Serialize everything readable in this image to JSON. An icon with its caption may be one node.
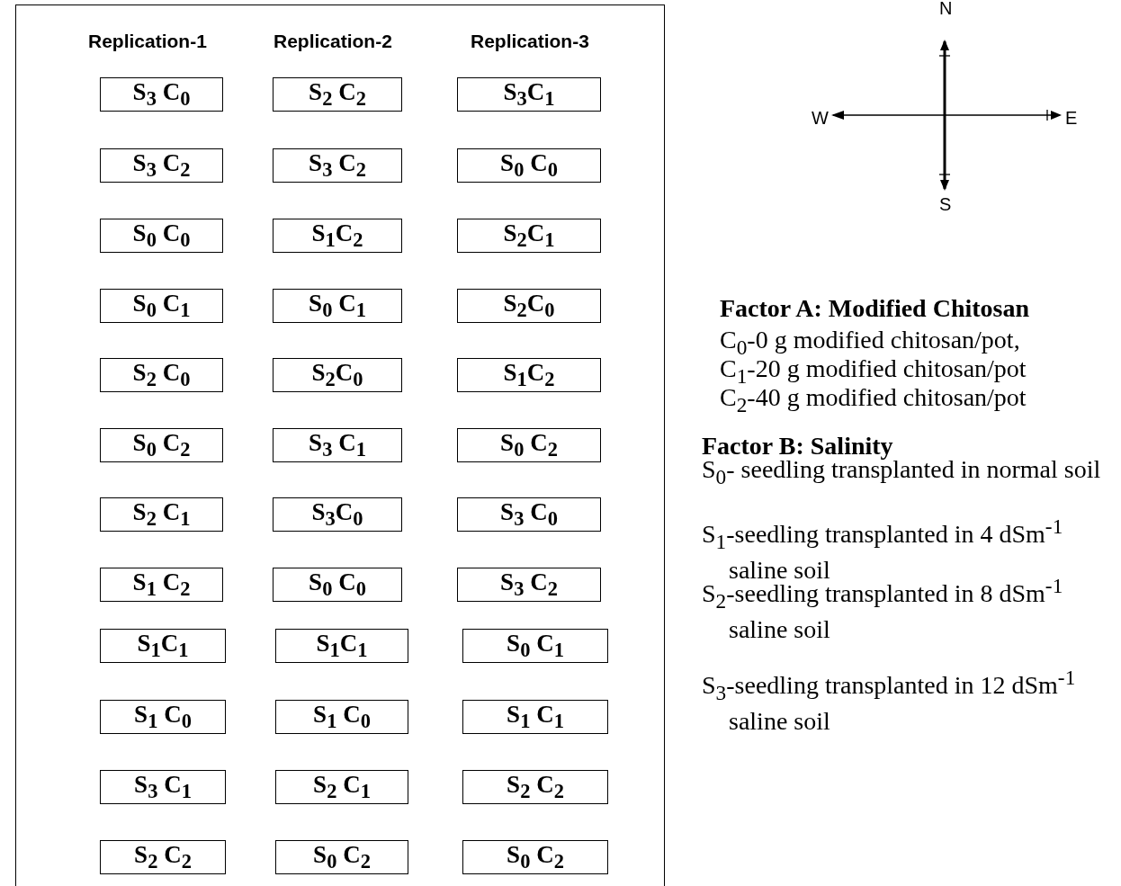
{
  "diagram": {
    "nodes": [
      {
        "text": [],
        "shape": "box"
      },
      {
        "text": [
          "S$_{3}$ C$_{0}$"
        ],
        "in": 0
      },
      {
        "text": [
          "S$_{2}$ C$_{2}$"
        ],
        "in": 0
      },
      {
        "text": [
          "S$_{3}$C$_{1}$"
        ],
        "in": 0
      },
      {
        "text": [
          "S$_{3}$ C$_{2}$"
        ],
        "in": 0
      },
      {
        "text": [
          "S$_{3}$ C$_{2}$"
        ],
        "in": 0
      },
      {
        "text": [
          "S$_{0}$ C$_{0}$"
        ],
        "in": 0
      },
      {
        "text": [
          "S$_{0}$ C$_{0}$"
        ],
        "in": 0
      },
      {
        "text": [
          "S$_{1}$C$_{2}$"
        ],
        "in": 0
      },
      {
        "text": [
          "S$_{2}$C$_{1}$"
        ],
        "in": 0
      },
      {
        "text": [
          "S$_{0}$ C$_{1}$"
        ],
        "in": 0
      },
      {
        "text": [
          "S$_{0}$ C$_{1}$"
        ],
        "in": 0
      },
      {
        "text": [
          "S$_{2}$C$_{0}$"
        ],
        "in": 0
      },
      {
        "text": [
          "S$_{2}$ C$_{0}$"
        ],
        "in": 0
      },
      {
        "text": [
          "S$_{2}$C$_{0}$"
        ],
        "in": 0
      },
      {
        "text": [
          "S$_{1}$C$_{2}$"
        ],
        "in": 0
      },
      {
        "text": [
          "S$_{0}$ C$_{2}$"
        ],
        "in": 0
      },
      {
        "text": [
          "S$_{3}$ C$_{1}$"
        ],
        "in": 0
      },
      {
        "text": [
          "S$_{0}$ C$_{2}$"
        ],
        "in": 0
      },
      {
        "text": [
          "S$_{2}$ C$_{1}$"
        ],
        "in": 0
      },
      {
        "text": [
          "S$_{3}$C$_{0}$"
        ],
        "in": 0
      },
      {
        "text": [
          "S$_{3}$ C$_{0}$"
        ],
        "in": 0
      },
      {
        "text": [
          "S$_{1}$ C$_{2}$"
        ],
        "in": 0
      },
      {
        "text": [
          "S$_{0}$ C$_{0}$"
        ],
        "in": 0
      },
      {
        "text": [
          "S$_{3}$ C$_{2}$"
        ],
        "in": 0
      },
      {
        "text": [
          "S$_{1}$C$_{1}$"
        ],
        "in": 0
      },
      {
        "text": [
          "S$_{1}$C$_{1}$"
        ],
        "in": 0
      },
      {
        "text": [
          "S$_{0}$ C$_{1}$"
        ],
        "in": 0
      },
      {
        "text": [
          "S$_{1}$ C$_{0}$"
        ],
        "in": 0
      },
      {
        "text": [
          "S$_{1}$ C$_{0}$"
        ],
        "in": 0
      },
      {
        "text": [
          "S$_{1}$ C$_{1}$"
        ],
        "in": 0
      },
      {
        "text": [
          "S$_{3}$ C$_{1}$"
        ],
        "in": 0
      },
      {
        "text": [
          "S$_{2}$ C$_{1}$"
        ],
        "in": 0
      },
      {
        "text": [
          "S$_{2}$ C$_{2}$"
        ],
        "in": 0
      },
      {
        "text": [
          "S$_{2}$ C$_{2}$"
        ],
        "in": 0
      },
      {
        "text": [
          "S$_{0}$ C$_{2}$"
        ],
        "in": 0
      },
      {
        "text": [
          "S$_{0}$ C$_{2}$"
        ],
        "in": 0
      }
    ],
    "labels": [
      "Replication-1",
      "Replication-2",
      "Replication-3",
      "N",
      "W",
      "E",
      "S",
      "Factor A: Modified Chitosan",
      "C$_{0}$-0 g modified chitosan/pot,",
      "C$_{1}$-20 g modified chitosan/pot",
      "C$_{2}$-40 g modified chitosan/pot",
      "Factor B: Salinity",
      "S$_{0}$- seedling transplanted in normal soil",
      "S$_{1}$-seedling transplanted in 4 dSm$^{-1}$ saline soil",
      "S$_{2}$-seedling transplanted in 8 dSm$^{-1}$ saline soil",
      "S$_{3}$-seedling transplanted in 12 dSm$^{-1}$ saline soil"
    ]
  }
}
